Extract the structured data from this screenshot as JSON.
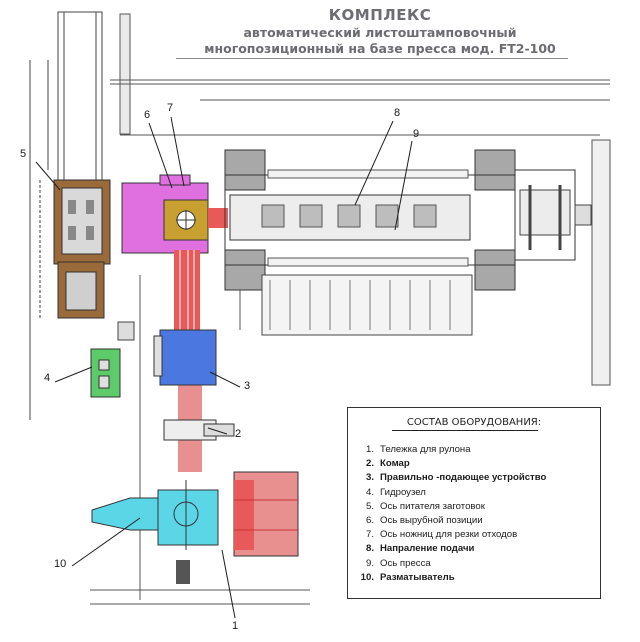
{
  "title": {
    "line1": "КОМПЛЕКС",
    "line2": "автоматический листоштамповочный",
    "line3": "многопозиционный на базе пресса мод. FT2-100"
  },
  "legend": {
    "heading": "СОСТАВ ОБОРУДОВАНИЯ:",
    "items": [
      {
        "num": "1.",
        "text": "Тележка для рулона"
      },
      {
        "num": "2.",
        "text": "Комар"
      },
      {
        "num": "3.",
        "text": "Правильно -подающее устройство"
      },
      {
        "num": "4.",
        "text": "Гидроузел"
      },
      {
        "num": "5.",
        "text": "Ось питателя заготовок"
      },
      {
        "num": "6.",
        "text": "Ось вырубной позиции"
      },
      {
        "num": "7.",
        "text": "Ось ножниц для резки отходов"
      },
      {
        "num": "8.",
        "text": "Напраление подачи"
      },
      {
        "num": "9.",
        "text": "Ось пресса"
      },
      {
        "num": "10.",
        "text": "Разматыватель"
      }
    ]
  },
  "callouts": {
    "c1": "1",
    "c2": "2",
    "c3": "3",
    "c4": "4",
    "c5": "5",
    "c6": "6",
    "c7": "7",
    "c8": "8",
    "c9": "9",
    "c10": "10"
  },
  "colors": {
    "magenta": "#e070e0",
    "gold": "#c8a030",
    "brown": "#9a6a3a",
    "blue": "#4a78e0",
    "green": "#5ecb6a",
    "cyan": "#5bd6e6",
    "red": "#e85a5a",
    "salmon": "#e89090",
    "gray": "#a8a8a8"
  }
}
